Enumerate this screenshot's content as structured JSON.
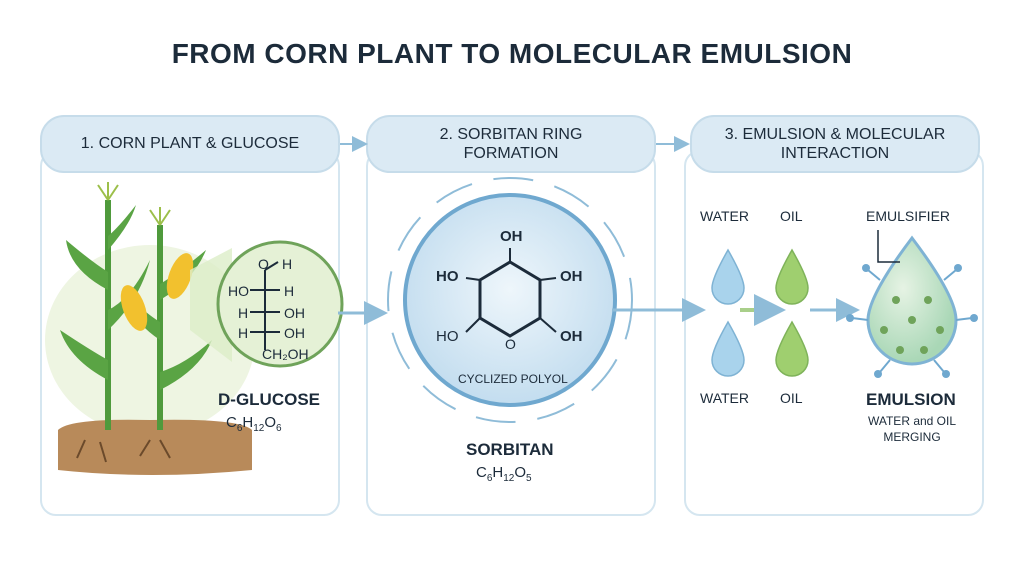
{
  "title": "FROM CORN PLANT TO MOLECULAR EMULSION",
  "steps": [
    {
      "label": "1. CORN PLANT & GLUCOSE"
    },
    {
      "label": "2. SORBITAN RING FORMATION"
    },
    {
      "label": "3. EMULSION & MOLECULAR INTERACTION"
    }
  ],
  "glucose": {
    "name": "D-GLUCOSE",
    "formula_parts": [
      "C",
      "6",
      "H",
      "12",
      "O",
      "6"
    ],
    "structure_labels": [
      "O",
      "H",
      "HO",
      "H",
      "H",
      "OH",
      "H",
      "OH",
      "CH₂OH"
    ]
  },
  "sorbitan": {
    "name": "SORBITAN",
    "ring_text": "CYCLIZED POLYOL",
    "formula_parts": [
      "C",
      "6",
      "H",
      "12",
      "O",
      "5"
    ],
    "ring_labels": [
      "OH",
      "HO",
      "OH",
      "HO",
      "OH",
      "O"
    ]
  },
  "emulsion": {
    "water_top": "WATER",
    "oil_top": "OIL",
    "water_bottom": "WATER",
    "oil_bottom": "OIL",
    "emulsifier": "EMULSIFIER",
    "result": "EMULSION",
    "result_desc": "WATER and OIL MERGING"
  },
  "colors": {
    "pill": "#dbeaf4",
    "panel_border": "#d5e6f0",
    "arrow": "#8fbcd8",
    "leaf": "#4f9a3c",
    "corn": "#f2c12e",
    "water": "#a9d3ec",
    "oil": "#9fcf6f"
  }
}
